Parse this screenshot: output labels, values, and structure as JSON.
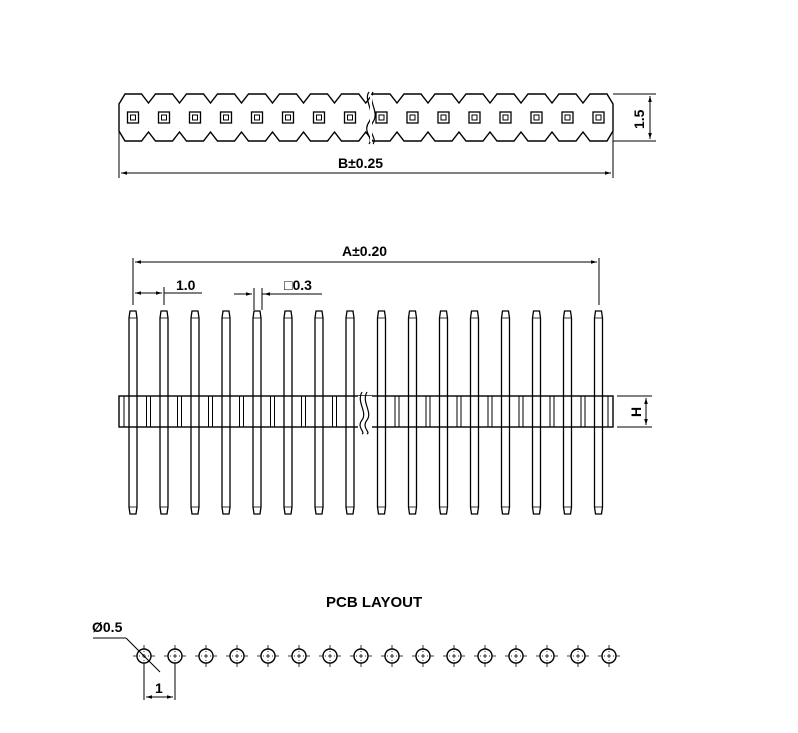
{
  "drawing": {
    "colors": {
      "line": "#000000",
      "background": "#ffffff"
    },
    "top_view": {
      "dimension_length_label": "B±0.25",
      "dimension_height_label": "1.5",
      "pad_count_left": 8,
      "pad_count_right": 8,
      "break_symbol": "wavy-break"
    },
    "side_view": {
      "dimension_length_label": "A±0.20",
      "pitch_label": "1.0",
      "pin_size_label": "□0.3",
      "housing_height_label": "H",
      "pin_count": 16
    },
    "pcb_layout": {
      "title": "PCB LAYOUT",
      "hole_diameter_label": "Ø0.5",
      "pitch_label": "1",
      "hole_count": 16
    }
  }
}
